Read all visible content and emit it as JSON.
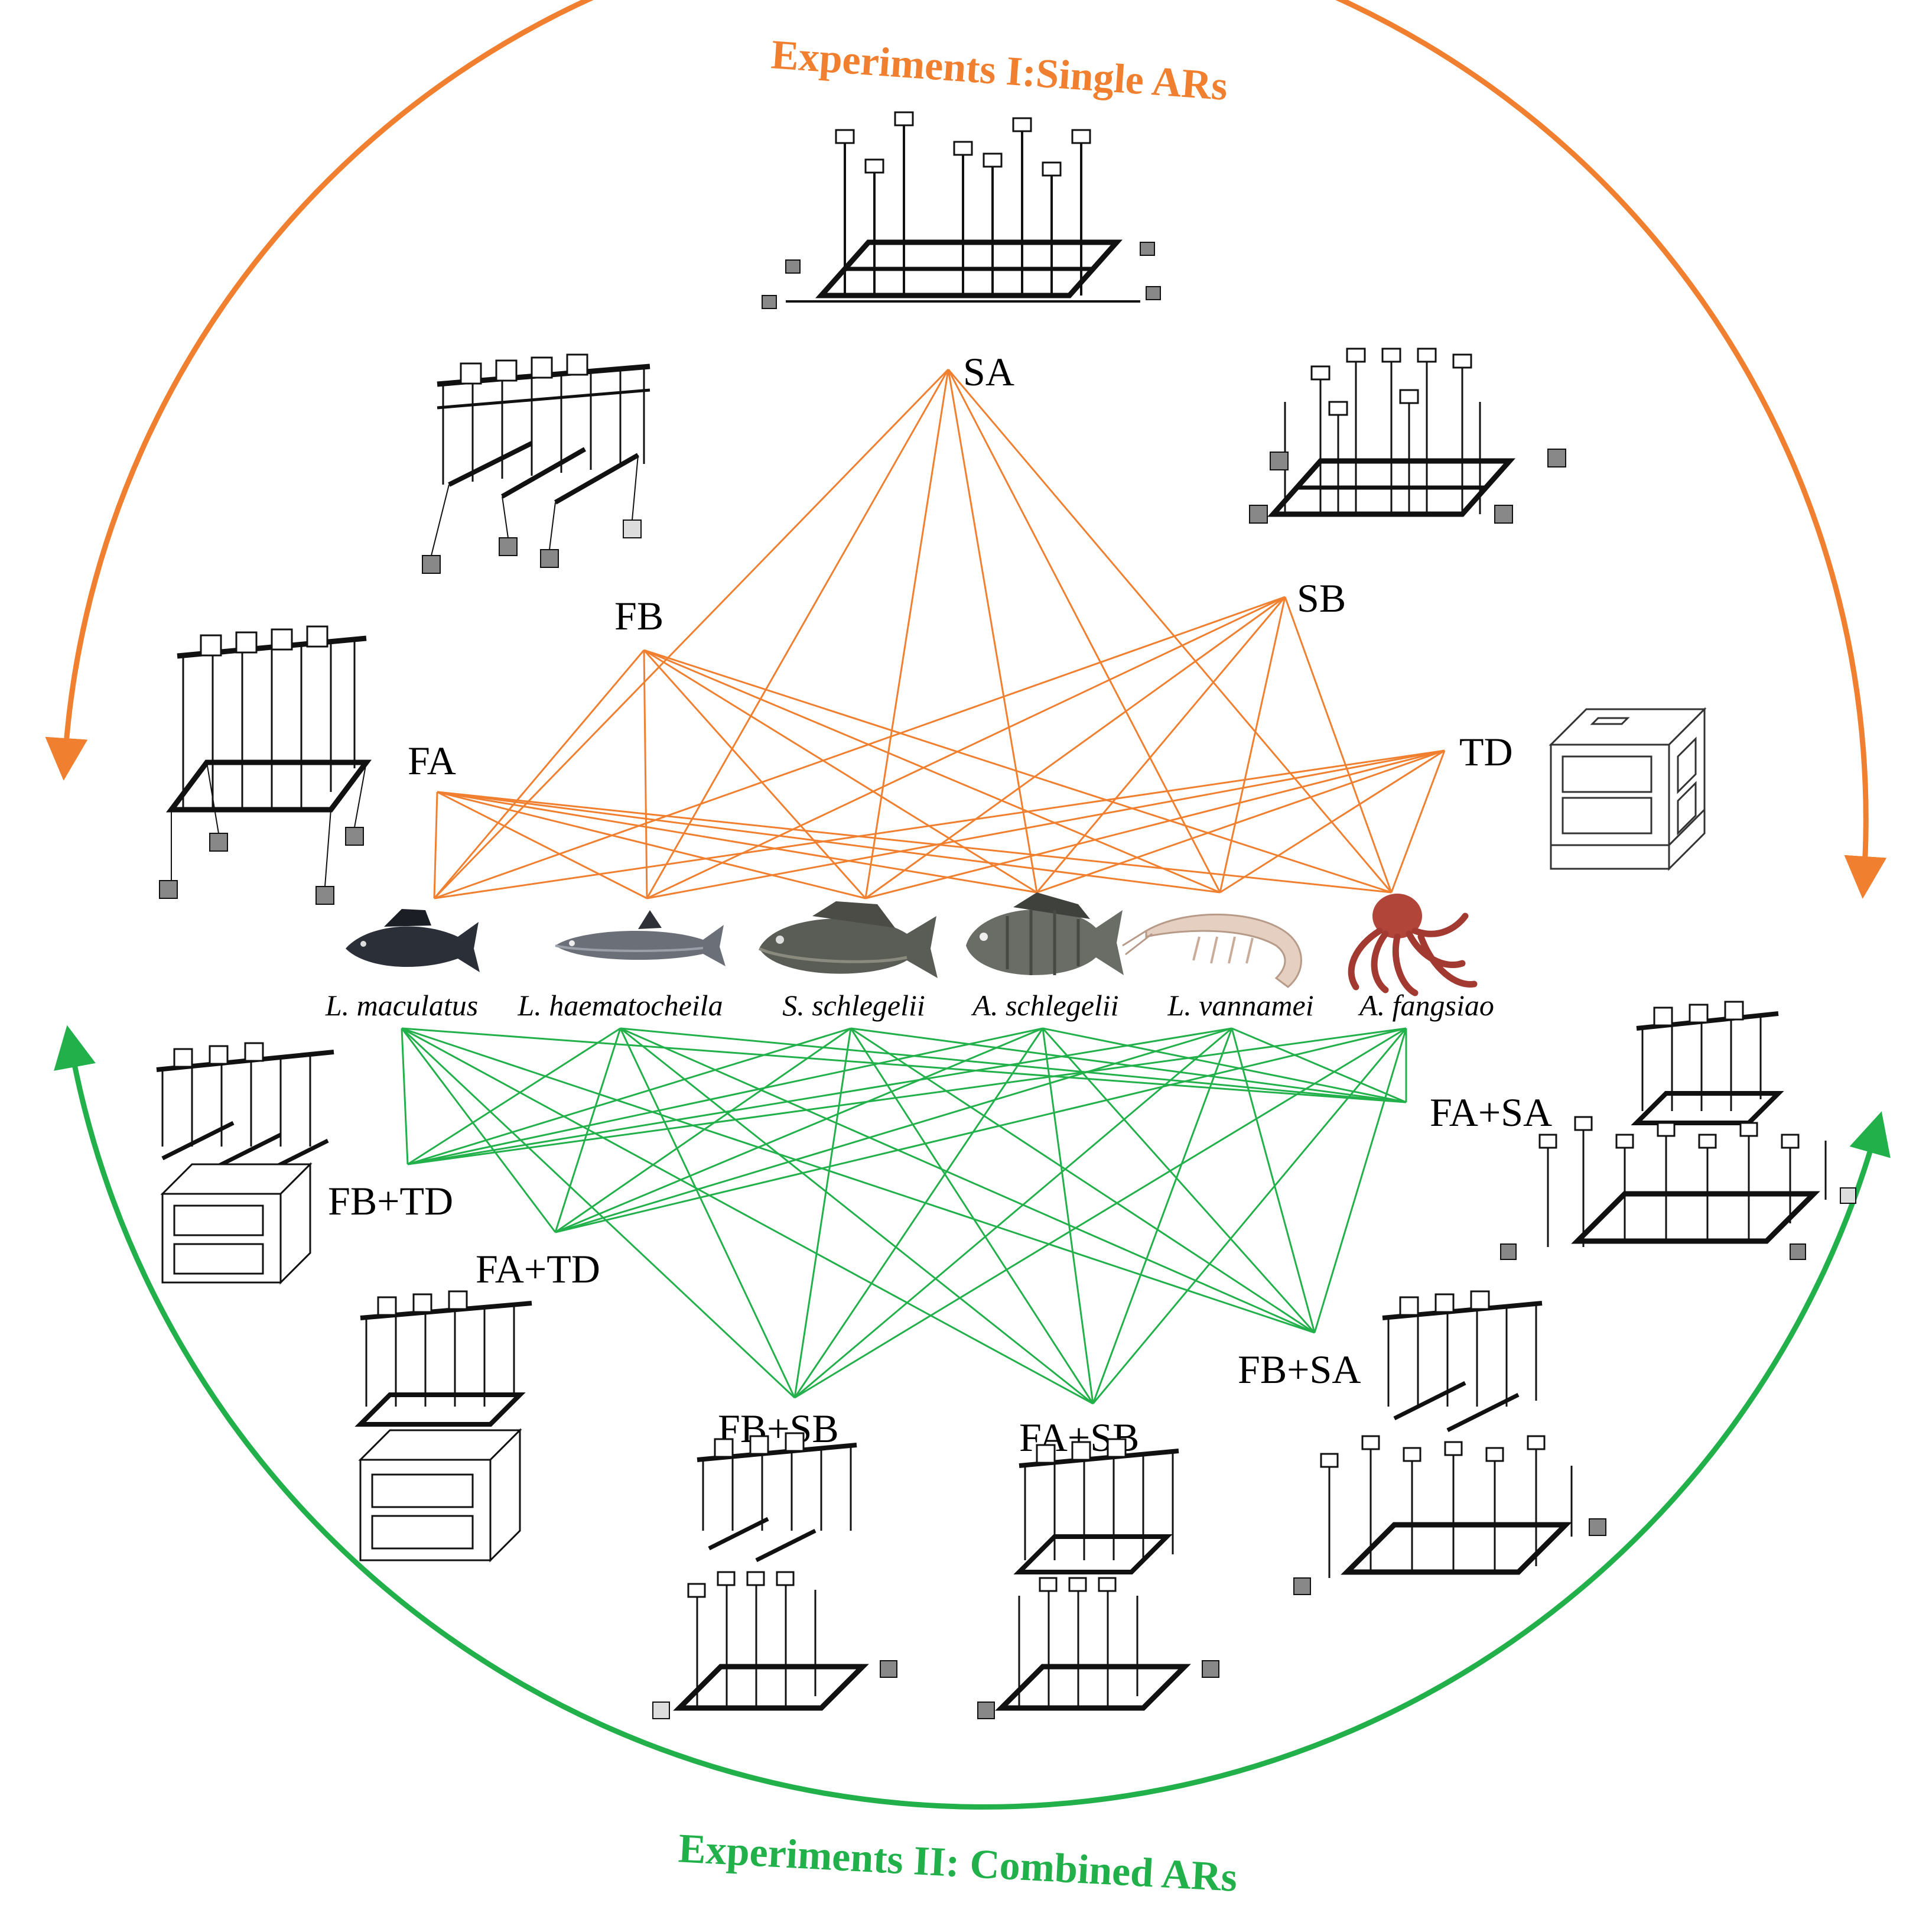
{
  "title_top": "Experiments  I:Single ARs",
  "title_bottom": "Experiments II: Combined ARs",
  "colors": {
    "single": "#F08030",
    "combined": "#22B04A",
    "ink": "#111111"
  },
  "species": [
    {
      "name": "L. maculatus",
      "icon": "fish-dark-icon"
    },
    {
      "name": "L. haematocheila",
      "icon": "fish-slender-icon"
    },
    {
      "name": "S. schlegelii",
      "icon": "rockfish-icon"
    },
    {
      "name": "A. schlegelii",
      "icon": "seabream-icon"
    },
    {
      "name": "L. vannamei",
      "icon": "shrimp-icon"
    },
    {
      "name": "A. fangsiao",
      "icon": "octopus-icon"
    }
  ],
  "single_ars": [
    {
      "label": "SA",
      "icon": "reef-cylinders-icon"
    },
    {
      "label": "FB",
      "icon": "reef-floating-bars-icon"
    },
    {
      "label": "SB",
      "icon": "reef-cylinder-grid-icon"
    },
    {
      "label": "FA",
      "icon": "reef-floating-frame-icon"
    },
    {
      "label": "TD",
      "icon": "reef-cube-icon"
    }
  ],
  "combined_ars": [
    {
      "label": "FA+SA",
      "icon": "reef-combined-icon"
    },
    {
      "label": "FB+TD",
      "icon": "reef-combined-icon"
    },
    {
      "label": "FA+TD",
      "icon": "reef-combined-icon"
    },
    {
      "label": "FB+SA",
      "icon": "reef-combined-icon"
    },
    {
      "label": "FB+SB",
      "icon": "reef-combined-icon"
    },
    {
      "label": "FA+SB",
      "icon": "reef-combined-icon"
    }
  ]
}
